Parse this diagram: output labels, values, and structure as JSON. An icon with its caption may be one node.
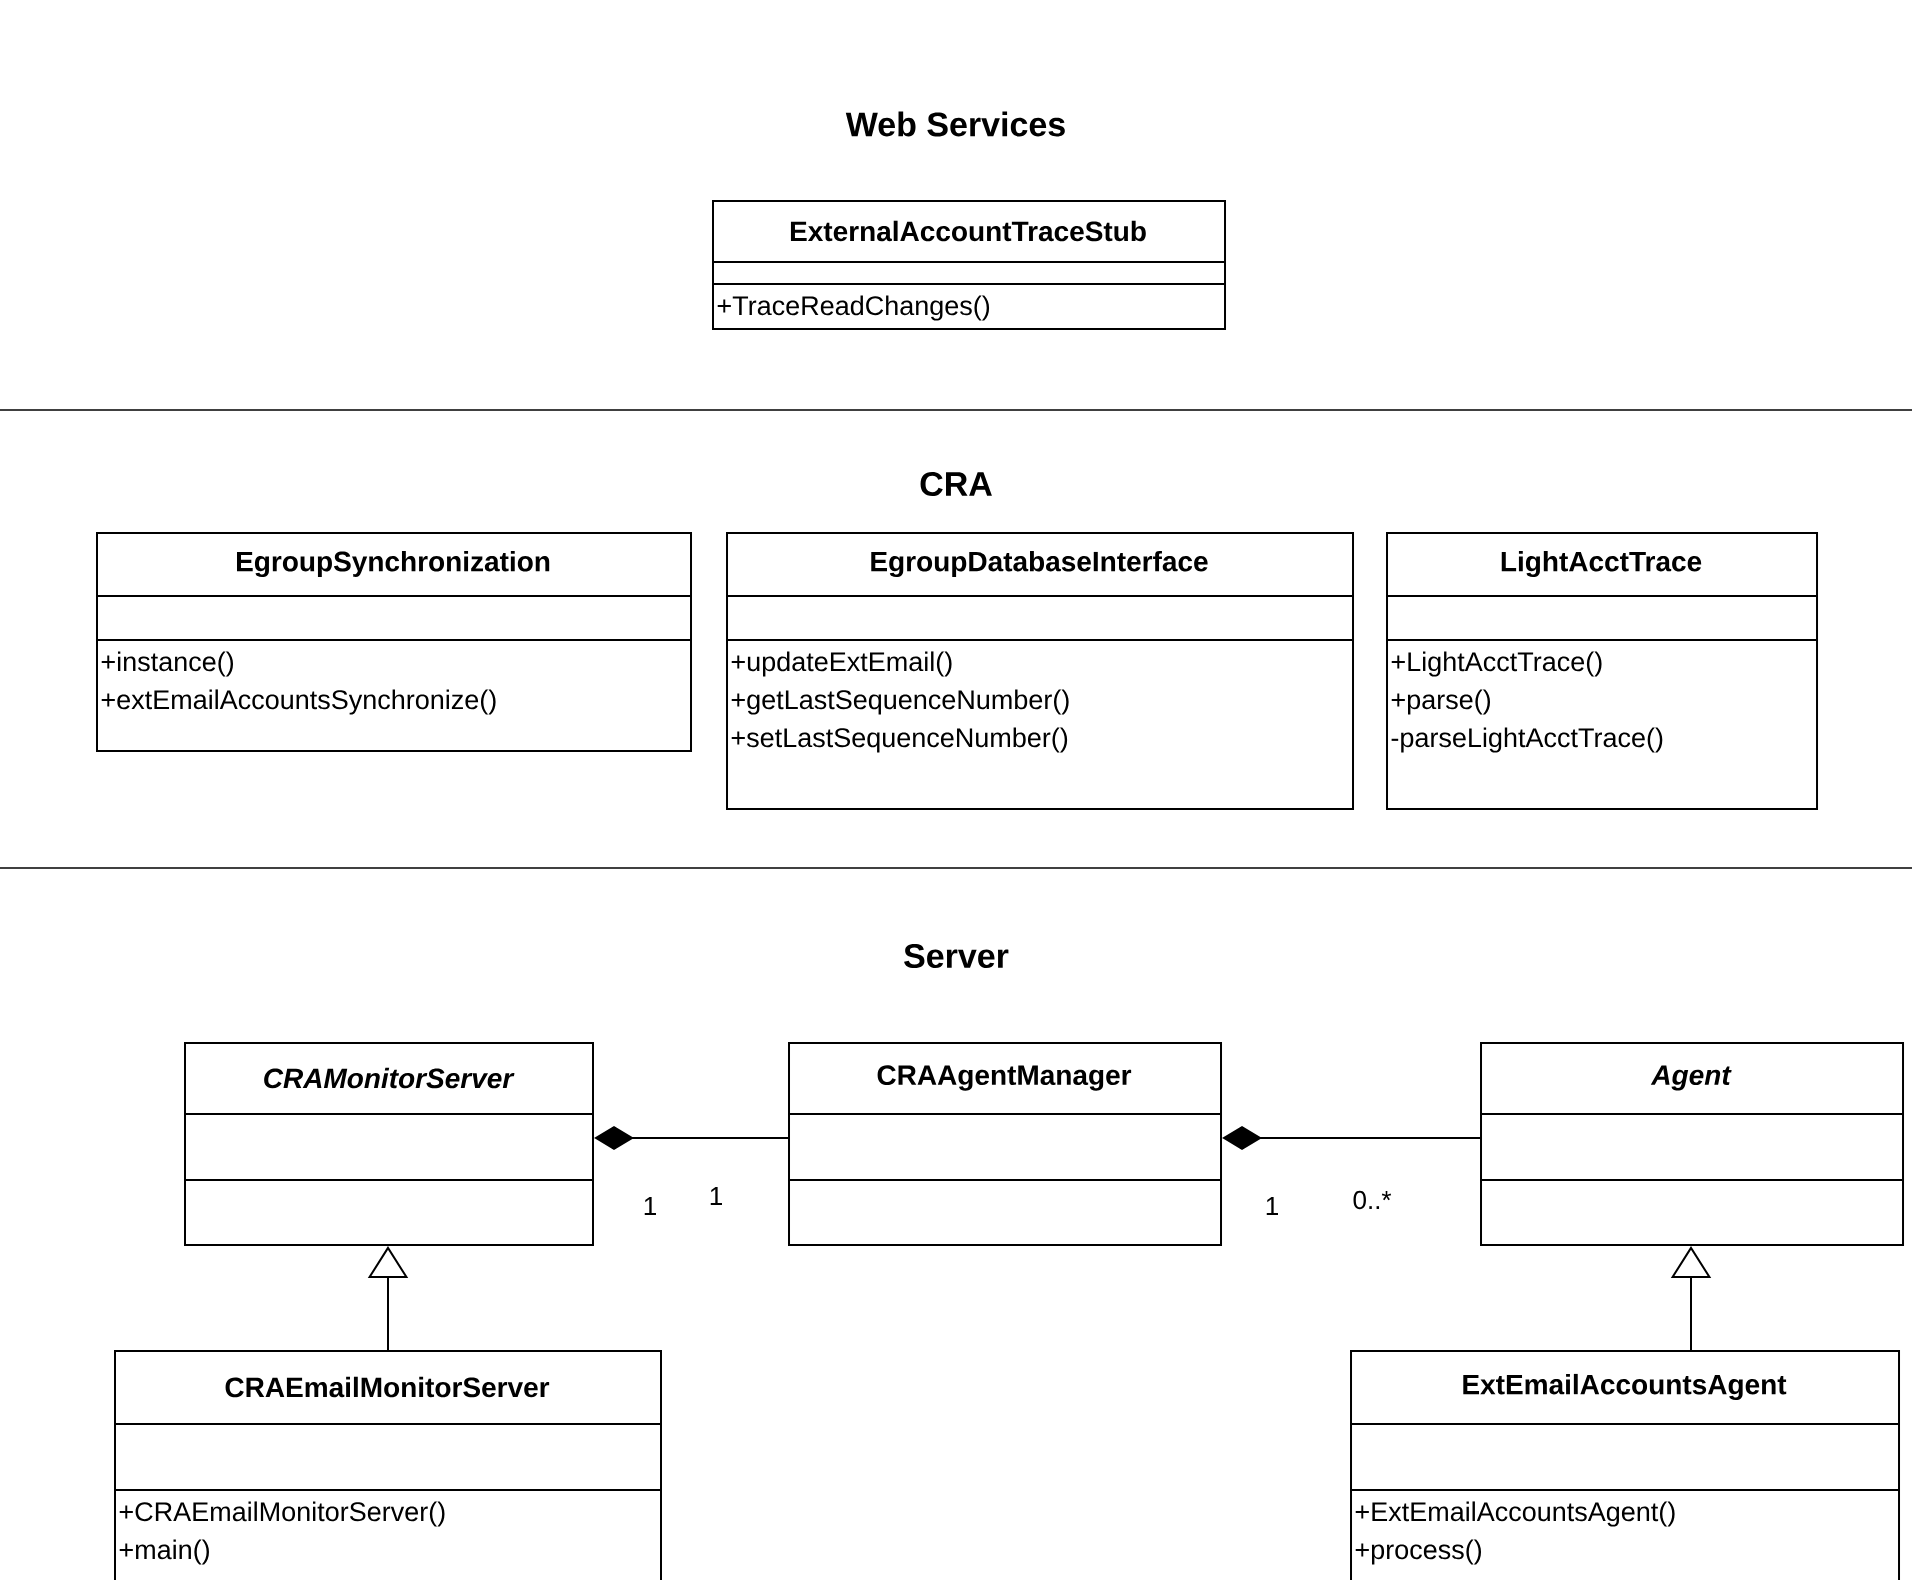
{
  "diagram": {
    "nodes": [
      {
        "text": [
          "ExternalAccountTraceStub",
          "+TraceReadChanges()"
        ]
      },
      {
        "text": [
          "EgroupSynchronization",
          "+instance()",
          "+extEmailAccountsSynchronize()"
        ]
      },
      {
        "text": [
          "EgroupDatabaseInterface",
          "+updateExtEmail()",
          "+getLastSequenceNumber()",
          "+setLastSequenceNumber()"
        ]
      },
      {
        "text": [
          "LightAcctTrace",
          "+LightAcctTrace()",
          "+parse()",
          "-parseLightAcctTrace()"
        ]
      },
      {
        "text": [
          "CRAMonitorServer"
        ]
      },
      {
        "text": [
          "CRAAgentManager"
        ]
      },
      {
        "text": [
          "Agent"
        ]
      },
      {
        "text": [
          "CRAEmailMonitorServer",
          "+CRAEmailMonitorServer()",
          "+main()"
        ]
      },
      {
        "text": [
          "ExtEmailAccountsAgent",
          "+ExtEmailAccountsAgent()",
          "+process()"
        ]
      }
    ],
    "edges": [
      {
        "from": 5,
        "to": 4,
        "arrow": "other"
      },
      {
        "from": 6,
        "to": 5,
        "arrow": "other"
      },
      {
        "from": 7,
        "to": 4,
        "arrow": "to"
      },
      {
        "from": 8,
        "to": 6,
        "arrow": "to"
      }
    ],
    "labels": [
      "Web Services",
      "CRA",
      "Server",
      "1",
      "1",
      "1",
      "0..*"
    ]
  }
}
